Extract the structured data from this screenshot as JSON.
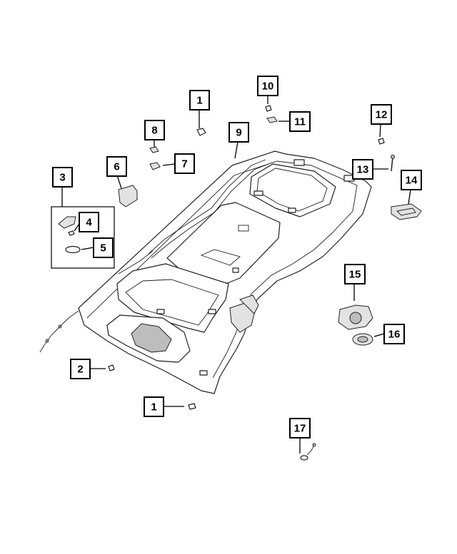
{
  "callouts": [
    {
      "id": "c1a",
      "label": "1"
    },
    {
      "id": "c1b",
      "label": "1"
    },
    {
      "id": "c2",
      "label": "2"
    },
    {
      "id": "c3",
      "label": "3"
    },
    {
      "id": "c4",
      "label": "4"
    },
    {
      "id": "c5",
      "label": "5"
    },
    {
      "id": "c6",
      "label": "6"
    },
    {
      "id": "c7",
      "label": "7"
    },
    {
      "id": "c8",
      "label": "8"
    },
    {
      "id": "c9",
      "label": "9"
    },
    {
      "id": "c10",
      "label": "10"
    },
    {
      "id": "c11",
      "label": "11"
    },
    {
      "id": "c12",
      "label": "12"
    },
    {
      "id": "c13",
      "label": "13"
    },
    {
      "id": "c14",
      "label": "14"
    },
    {
      "id": "c15",
      "label": "15"
    },
    {
      "id": "c16",
      "label": "16"
    },
    {
      "id": "c17",
      "label": "17"
    }
  ],
  "colors": {
    "line": "#222222",
    "background": "#ffffff",
    "shade": "#bdbdbd"
  }
}
